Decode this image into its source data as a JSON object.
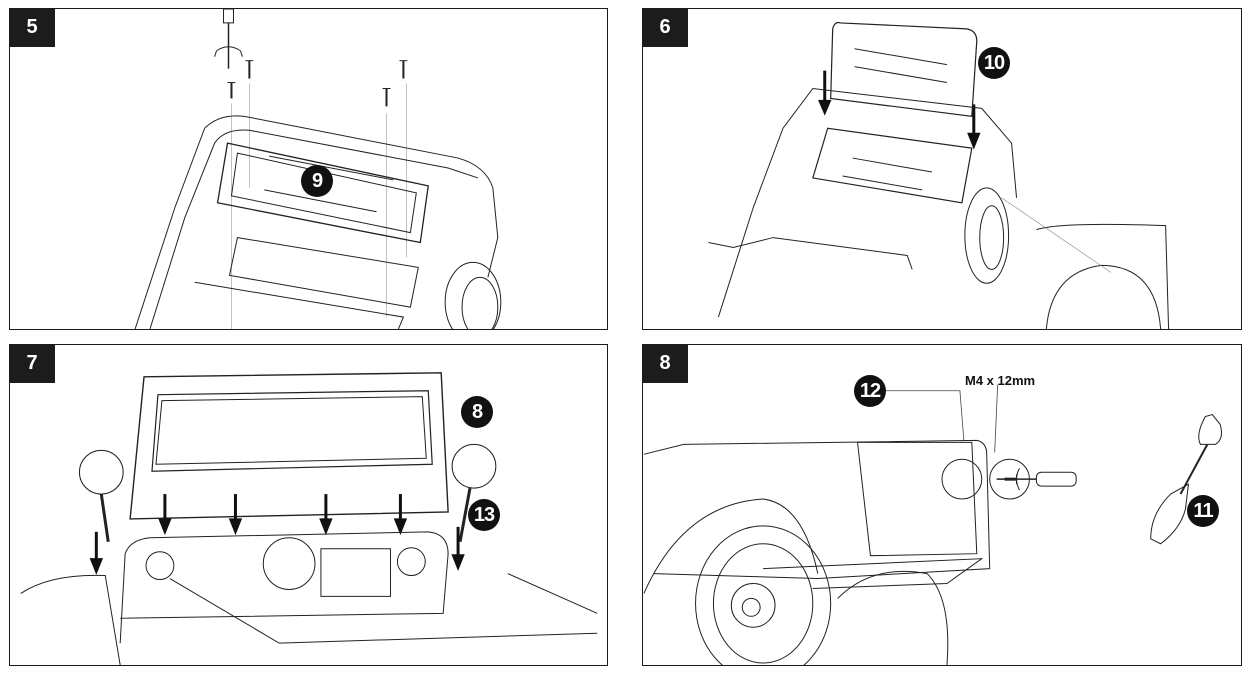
{
  "document": {
    "type": "assembly-instructions",
    "subject": "ride-on toy vehicle"
  },
  "steps": [
    {
      "number": "5",
      "callouts": [
        "9"
      ],
      "part_icons": [
        "screwdriver-icon",
        "screw-icon"
      ]
    },
    {
      "number": "6",
      "callouts": [
        "10"
      ],
      "part_icons": [
        "arrow-down-icon"
      ]
    },
    {
      "number": "7",
      "callouts": [
        "8",
        "13"
      ],
      "part_icons": [
        "arrow-down-icon",
        "mirror-icon",
        "windshield-icon"
      ]
    },
    {
      "number": "8",
      "callouts": [
        "12",
        "11"
      ],
      "spec_label": "M4 x 12mm",
      "part_icons": [
        "screwdriver-icon",
        "shovel-icon",
        "screw-icon"
      ]
    }
  ],
  "colors": {
    "ink": "#1a1a1a",
    "badge": "#1c1c1c",
    "paper": "#ffffff"
  }
}
